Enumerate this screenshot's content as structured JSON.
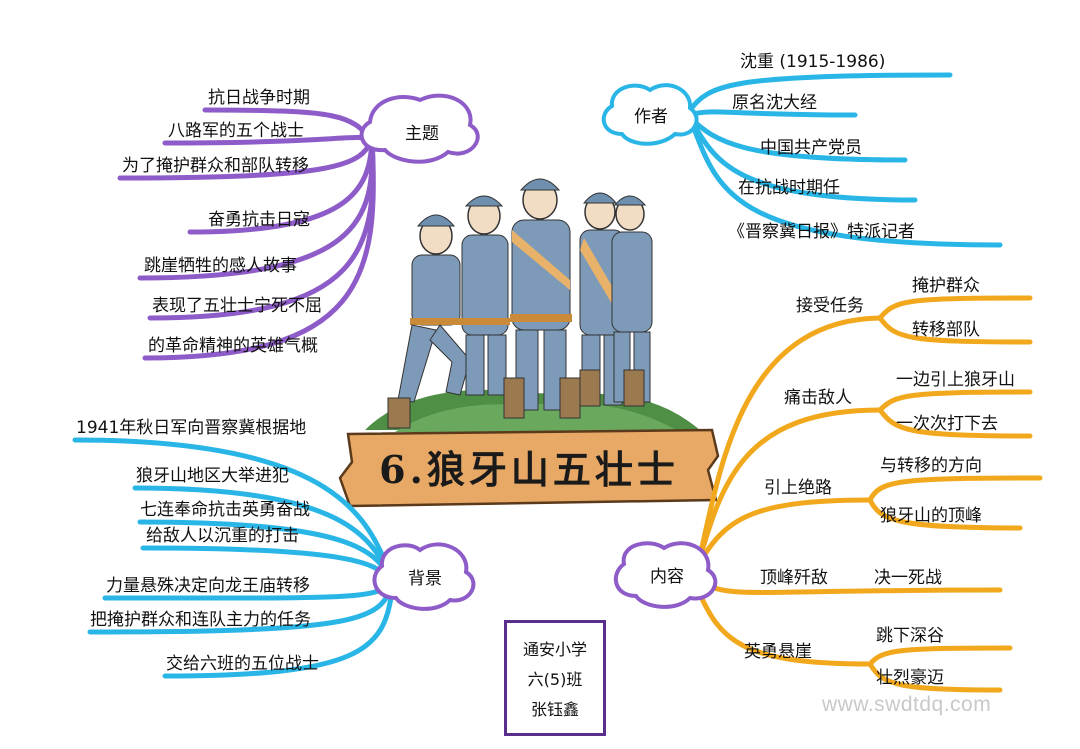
{
  "title": "6.狼牙山五壮士",
  "colors": {
    "purple": "#8e5cc8",
    "cyan": "#29b6e6",
    "orange": "#f2a81d",
    "banner": "#e8a866",
    "soldier": "#7d9bb8",
    "hill": "#4f8f45"
  },
  "theme": {
    "hub": "主题",
    "items": [
      "抗日战争时期",
      "八路军的五个战士",
      "为了掩护群众和部队转移",
      "奋勇抗击日寇",
      "跳崖牺牲的感人故事",
      "表现了五壮士宁死不屈",
      "的革命精神的英雄气概"
    ]
  },
  "author": {
    "hub": "作者",
    "items": [
      "沈重 (1915-1986)",
      "原名沈大经",
      "中国共产党员",
      "在抗战时期任",
      "《晋察冀日报》特派记者"
    ]
  },
  "background": {
    "hub": "背景",
    "items": [
      "1941年秋日军向晋察冀根据地",
      "狼牙山地区大举进犯",
      "七连奉命抗击英勇奋战",
      "给敌人以沉重的打击",
      "力量悬殊决定向龙王庙转移",
      "把掩护群众和连队主力的任务",
      "交给六班的五位战士"
    ]
  },
  "content": {
    "hub": "内容",
    "groups": [
      {
        "label": "接受任务",
        "subs": [
          "掩护群众",
          "转移部队"
        ]
      },
      {
        "label": "痛击敌人",
        "subs": [
          "一边引上狼牙山",
          "一次次打下去"
        ]
      },
      {
        "label": "引上绝路",
        "subs": [
          "与转移的方向",
          "狼牙山的顶峰"
        ]
      },
      {
        "label": "顶峰歼敌",
        "subs": [
          "决一死战"
        ]
      },
      {
        "label": "英勇悬崖",
        "subs": [
          "跳下深谷",
          "壮烈豪迈"
        ]
      }
    ]
  },
  "signature": [
    "通安小学",
    "六(5)班",
    "张钰鑫"
  ],
  "watermark": "www.swdtdq.com"
}
